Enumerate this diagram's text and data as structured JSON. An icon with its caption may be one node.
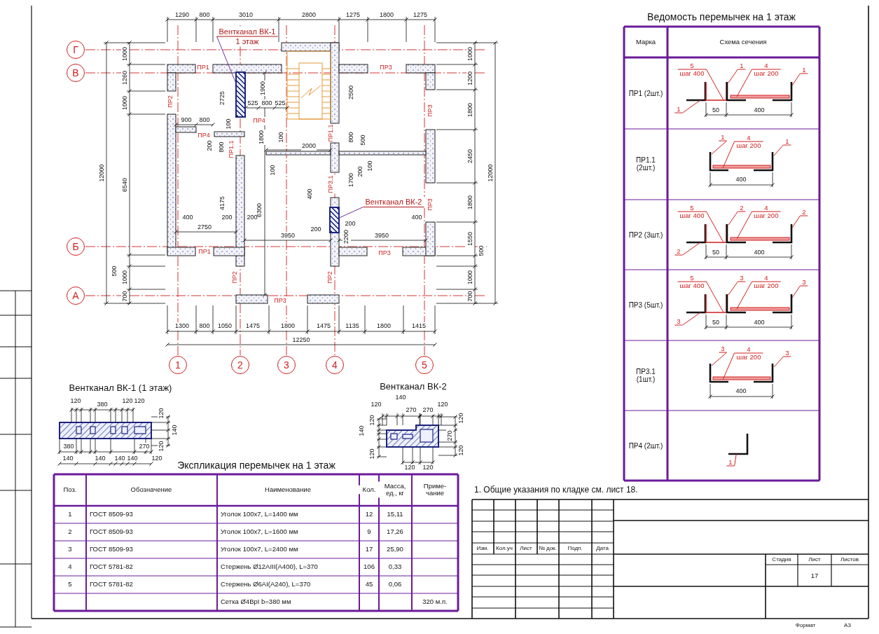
{
  "diagram": {
    "nodes": [
      {
        "text": [
          "Г"
        ]
      },
      {
        "text": [
          "В"
        ]
      },
      {
        "text": [
          "Б"
        ]
      },
      {
        "text": [
          "А"
        ]
      },
      {
        "text": [
          "1"
        ]
      },
      {
        "text": [
          "2"
        ]
      },
      {
        "text": [
          "3"
        ]
      },
      {
        "text": [
          "4"
        ]
      },
      {
        "text": [
          "5"
        ]
      },
      {
        "text": [
          "Вентканал ВК-1",
          "1 этаж"
        ]
      },
      {
        "text": [],
        "shape": "box"
      },
      {
        "text": [
          "Вентканал ВК-2"
        ]
      },
      {
        "text": [],
        "shape": "box"
      },
      {
        "text": [
          "5",
          "шаг 400"
        ]
      },
      {
        "text": [
          "1"
        ]
      },
      {
        "text": [
          "4",
          "шаг 200"
        ]
      },
      {
        "text": [
          "1"
        ]
      },
      {
        "text": [
          "1"
        ]
      },
      {
        "text": [
          "1"
        ]
      },
      {
        "text": [
          "4",
          "шаг 200"
        ]
      },
      {
        "text": [
          "1"
        ]
      },
      {
        "text": [
          "5",
          "шаг 400"
        ]
      },
      {
        "text": [
          "2"
        ]
      },
      {
        "text": [
          "4",
          "шаг 200"
        ]
      },
      {
        "text": [
          "2"
        ]
      },
      {
        "text": [
          "2"
        ]
      },
      {
        "text": [
          "5",
          "шаг 400"
        ]
      },
      {
        "text": [
          "3"
        ]
      },
      {
        "text": [
          "4",
          "шаг 200"
        ]
      },
      {
        "text": [
          "3"
        ]
      },
      {
        "text": [
          "3"
        ]
      },
      {
        "text": [
          "3"
        ]
      },
      {
        "text": [
          "4",
          "шаг 200"
        ]
      },
      {
        "text": [
          "3"
        ]
      },
      {
        "text": [
          "1"
        ]
      },
      {
        "text": [],
        "shape": "picture"
      },
      {
        "text": [],
        "shape": "picture"
      },
      {
        "text": [],
        "shape": "picture"
      },
      {
        "text": [],
        "shape": "picture"
      },
      {
        "text": [],
        "shape": "picture"
      },
      {
        "text": [],
        "shape": "picture"
      }
    ],
    "edges": [
      {
        "from": 9,
        "to": 10,
        "arrow": "none",
        "color": "#7030a0"
      },
      {
        "from": 11,
        "to": 12,
        "arrow": "none",
        "color": "#7030a0"
      },
      {
        "from": 13,
        "to": 35,
        "arrow": "none"
      },
      {
        "from": 14,
        "to": 35,
        "arrow": "none"
      },
      {
        "from": 15,
        "to": 35,
        "arrow": "none"
      },
      {
        "from": 16,
        "to": 35,
        "arrow": "none"
      },
      {
        "from": 17,
        "to": 35,
        "arrow": "none"
      },
      {
        "from": 18,
        "to": 36,
        "arrow": "none"
      },
      {
        "from": 19,
        "to": 36,
        "arrow": "none"
      },
      {
        "from": 20,
        "to": 36,
        "arrow": "none"
      },
      {
        "from": 21,
        "to": 37,
        "arrow": "none"
      },
      {
        "from": 22,
        "to": 37,
        "arrow": "none"
      },
      {
        "from": 23,
        "to": 37,
        "arrow": "none"
      },
      {
        "from": 24,
        "to": 37,
        "arrow": "none"
      },
      {
        "from": 25,
        "to": 37,
        "arrow": "none"
      },
      {
        "from": 26,
        "to": 38,
        "arrow": "none"
      },
      {
        "from": 27,
        "to": 38,
        "arrow": "none"
      },
      {
        "from": 28,
        "to": 38,
        "arrow": "none"
      },
      {
        "from": 29,
        "to": 38,
        "arrow": "none"
      },
      {
        "from": 30,
        "to": 38,
        "arrow": "none"
      },
      {
        "from": 31,
        "to": 39,
        "arrow": "none"
      },
      {
        "from": 32,
        "to": 39,
        "arrow": "none"
      },
      {
        "from": 33,
        "to": 39,
        "arrow": "none"
      },
      {
        "from": 34,
        "to": 40,
        "arrow": "none"
      }
    ],
    "labels": [
      "1290",
      "800",
      "3010",
      "2800",
      "1275",
      "1800",
      "1275",
      "1000",
      "1000",
      "ПР1",
      "ПР3",
      "1260",
      "1200",
      "1900",
      "2725",
      "2500",
      "1000",
      "ПР2",
      "525",
      "800",
      "525",
      "ПР3",
      "1800",
      "900",
      "800",
      "ПР4",
      "100",
      "ПР4",
      "1800",
      "100",
      "ПР1.1",
      "ПР1.1",
      "200",
      "800",
      "800",
      "500",
      "2000",
      "2450",
      "100",
      "200",
      "100",
      "ПР3.1",
      "1700",
      "400",
      "ПР3",
      "1800",
      "6300",
      "4175",
      "400",
      "200",
      "200",
      "400",
      "200",
      "200",
      "2750",
      "3950",
      "2200",
      "3950",
      "1550",
      "ПР1",
      "ПР3",
      "500",
      "500",
      "1000",
      "ПР2",
      "ПР2",
      "1000",
      "700",
      "700",
      "ПР3",
      "1300",
      "800",
      "1050",
      "1475",
      "1800",
      "1475",
      "1135",
      "1800",
      "1415",
      "12250",
      "12000",
      "6540",
      "12000",
      "Ведомость перемычек на 1 этаж",
      "Марка",
      "Схема сечения",
      "ПР1 (2шт.)",
      "50",
      "400",
      "ПР1.1 (2шт.)",
      "400",
      "ПР2 (3шт.)",
      "50",
      "400",
      "ПР3 (5шт.)",
      "50",
      "400",
      "ПР3.1 (1шт.)",
      "400",
      "ПР4 (2шт.)",
      "Вентканал ВК-1 (1 этаж)",
      "120",
      "380",
      "120",
      "120",
      "120",
      "140",
      "120",
      "380",
      "270",
      "140",
      "140",
      "140",
      "140",
      "120",
      "Вентканал ВК-2",
      "120",
      "140",
      "270",
      "270",
      "120",
      "120",
      "140",
      "120",
      "120",
      "270",
      "120",
      "120",
      "120",
      "Экспликация перемычек на 1 этаж",
      "Поз.",
      "Обозначение",
      "Наименование",
      "Кол.",
      "Масса, ед., кг",
      "Приме- чание",
      "1",
      "ГОСТ 8509-93",
      "Уголок 100x7, L=1400 мм",
      "12",
      "15,11",
      "2",
      "ГОСТ 8509-93",
      "Уголок 100x7, L=1600 мм",
      "9",
      "17,26",
      "3",
      "ГОСТ 8509-93",
      "Уголок 100x7, L=2400 мм",
      "17",
      "25,90",
      "4",
      "ГОСТ 5781-82",
      "Стержень Ø12AIII(A400), L=370",
      "106",
      "0,33",
      "5",
      "ГОСТ 5781-82",
      "Стержень Ø6AI(A240), L=370",
      "45",
      "0,06",
      "Сетка Ø4ВрI b=380 мм",
      "320 м.п.",
      "1. Общие указания по кладке см. лист 18.",
      "Изм.",
      "Кол.уч",
      "Лист",
      "№ док.",
      "Подп.",
      "Дата",
      "Стадия",
      "Лист",
      "Листов",
      "17",
      "Формат",
      "А3"
    ]
  }
}
